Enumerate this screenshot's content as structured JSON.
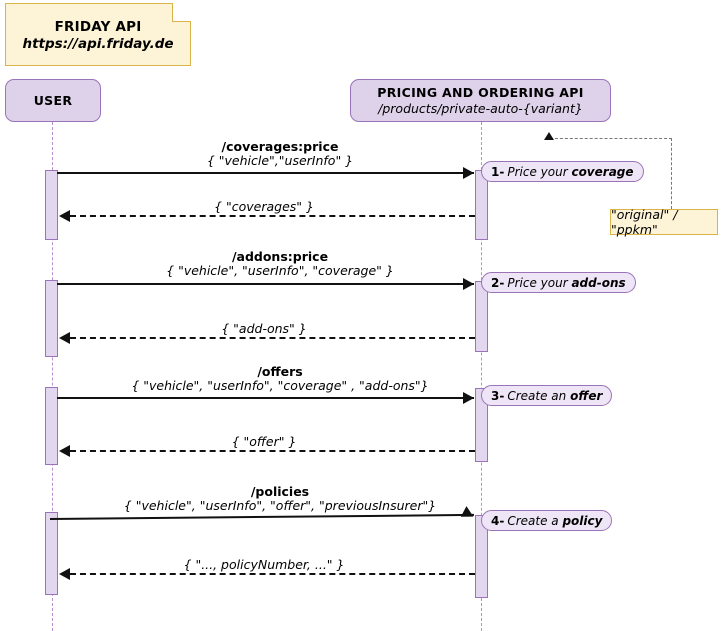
{
  "diagram": {
    "kind": "sequence-diagram",
    "title_note": {
      "title": "FRIDAY API",
      "subtitle": "https://api.friday.de"
    },
    "colors": {
      "note_fill": "#fdf3d7",
      "note_border": "#d9b44a",
      "actor_fill": "#ddd2ea",
      "actor_border": "#9b73b8",
      "activation_fill": "#e3d7ef",
      "lifeline": "#b88fd0",
      "badge_fill": "#eee6f6",
      "message": "#111111"
    },
    "participants": [
      {
        "id": "user",
        "title": "USER",
        "subtitle": ""
      },
      {
        "id": "api",
        "title": "PRICING AND ORDERING API",
        "subtitle": "/products/private-auto-{variant}"
      }
    ],
    "variant_note": "\"original\" / \"ppkm\"",
    "steps": [
      {
        "index": 1,
        "badge_num": "1-",
        "badge_text": "Price your ",
        "badge_text_bold": "coverage",
        "request_name": "/coverages:price",
        "request_payload": "{ \"vehicle\",\"userInfo\" }",
        "reply_payload": "{ \"coverages\" }"
      },
      {
        "index": 2,
        "badge_num": "2-",
        "badge_text": "Price your ",
        "badge_text_bold": "add-ons",
        "request_name": "/addons:price",
        "request_payload": "{ \"vehicle\", \"userInfo\", \"coverage\" }",
        "reply_payload": "{ \"add-ons\" }"
      },
      {
        "index": 3,
        "badge_num": "3-",
        "badge_text": "Create an ",
        "badge_text_bold": "offer",
        "request_name": "/offers",
        "request_payload": "{ \"vehicle\", \"userInfo\", \"coverage\" , \"add-ons\"}",
        "reply_payload": "{ \"offer\" }"
      },
      {
        "index": 4,
        "badge_num": "4-",
        "badge_text": "Create a ",
        "badge_text_bold": "policy",
        "request_name": "/policies",
        "request_payload": "{ \"vehicle\", \"userInfo\", \"offer\", \"previousInsurer\"}",
        "reply_payload": "{ \"...,  policyNumber, ...\" }"
      }
    ]
  }
}
